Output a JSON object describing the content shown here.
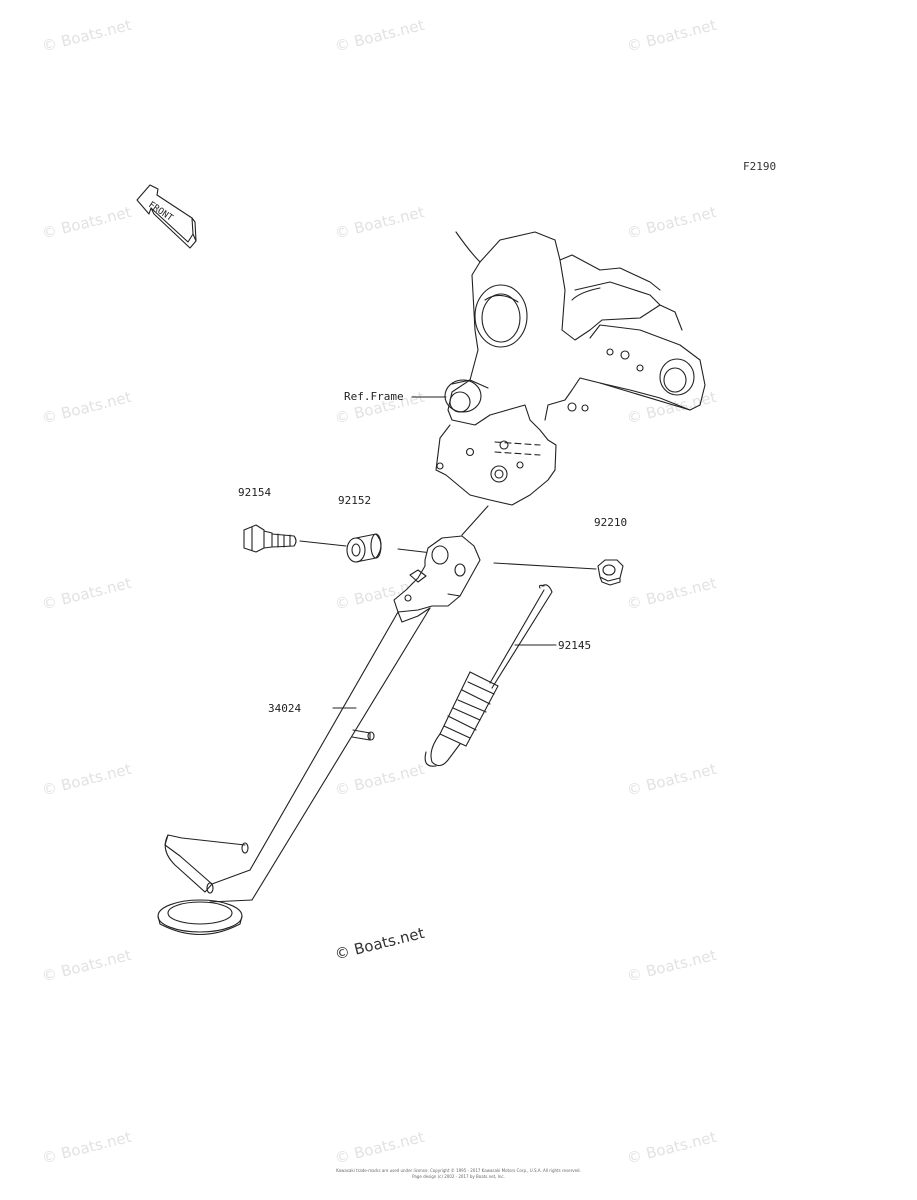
{
  "diagram_code": "F2190",
  "front_label": "FRONT",
  "watermark": "© Boats.net",
  "ref_label": "Ref.Frame",
  "parts": [
    {
      "number": "92154"
    },
    {
      "number": "92152"
    },
    {
      "number": "92210"
    },
    {
      "number": "92145"
    },
    {
      "number": "34024"
    }
  ],
  "footer": {
    "line1": "Kawasaki trade-marks are used under license. Copyright © 1995 - 2017 Kawasaki Motors Corp., U.S.A. All rights reserved.",
    "line2": "Page design (c) 2002 - 2017 by Boats.net, Inc."
  }
}
